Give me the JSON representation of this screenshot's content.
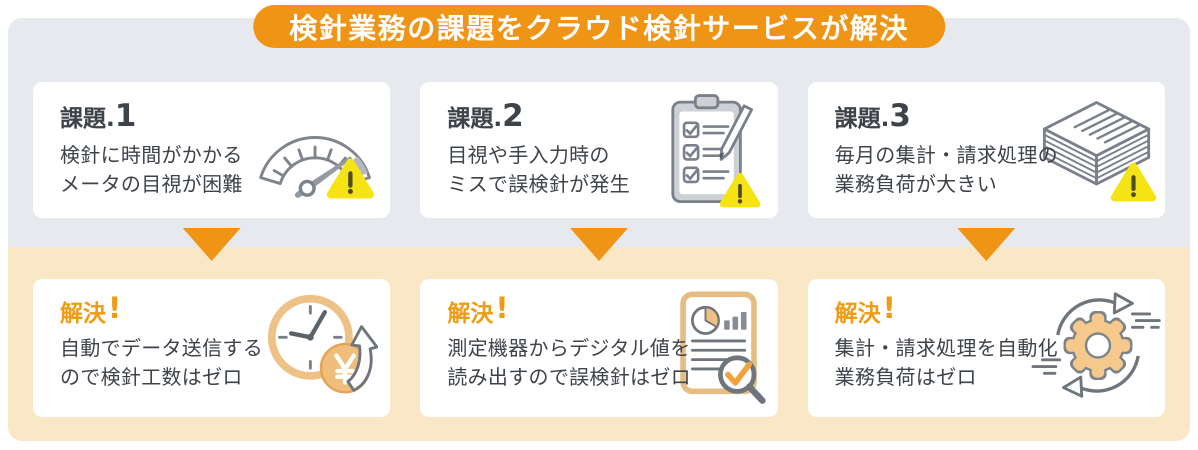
{
  "banner": {
    "title": "検針業務の課題をクラウド検針サービスが解決"
  },
  "colors": {
    "accent_orange": "#ef9415",
    "solve_text_orange": "#ee9c15",
    "panel_gray": "#e6eaee",
    "panel_cream": "#fae7c6",
    "warning_yellow": "#f6e314",
    "icon_tan": "#eec287",
    "text_dark": "#3e434a"
  },
  "problems": [
    {
      "label": "課題.",
      "number": "1",
      "lines": [
        "検針に時間がかかる",
        "メータの目視が困難"
      ],
      "icon": "meter-gauge-warning-icon"
    },
    {
      "label": "課題.",
      "number": "2",
      "lines": [
        "目視や手入力時の",
        "ミスで誤検針が発生"
      ],
      "icon": "checklist-clipboard-warning-icon"
    },
    {
      "label": "課題.",
      "number": "3",
      "lines": [
        "毎月の集計・請求処理の",
        "業務負荷が大きい"
      ],
      "icon": "paper-stack-warning-icon"
    }
  ],
  "solutions": [
    {
      "label": "解決",
      "exclaim": "!",
      "lines": [
        "自動でデータ送信する",
        "ので検針工数はゼロ"
      ],
      "icon": "clock-yen-arrow-icon"
    },
    {
      "label": "解決",
      "exclaim": "!",
      "lines": [
        "測定機器からデジタル値を",
        "読み出すので誤検針はゼロ"
      ],
      "icon": "report-magnifier-check-icon"
    },
    {
      "label": "解決",
      "exclaim": "!",
      "lines": [
        "集計・請求処理を自動化",
        "業務負荷はゼロ"
      ],
      "icon": "gear-cycle-arrows-icon"
    }
  ]
}
